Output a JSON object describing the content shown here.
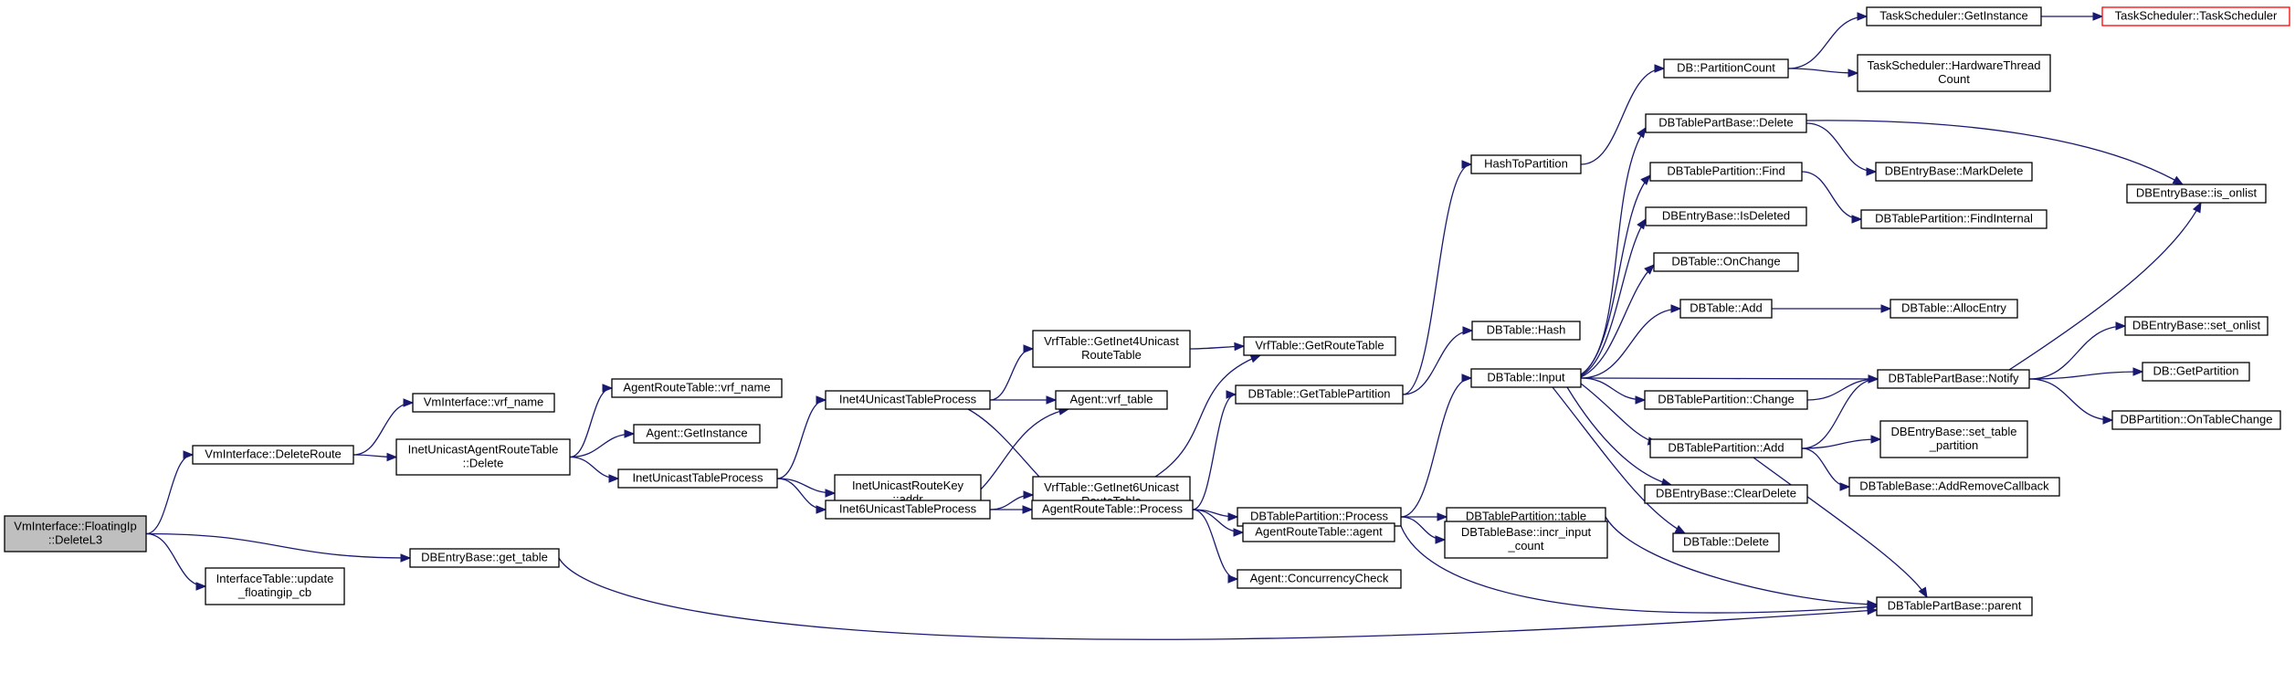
{
  "colors": {
    "edge": "#191970",
    "node_border": "#000000",
    "node_fill": "#ffffff",
    "root_fill": "#bfbfbf",
    "truncated_border": "#ff0000"
  },
  "nodes": [
    {
      "id": "n0",
      "lines": [
        "VmInterface::FloatingIp",
        "::DeleteL3"
      ],
      "kind": "root"
    },
    {
      "id": "n1",
      "lines": [
        "VmInterface::DeleteRoute"
      ]
    },
    {
      "id": "n2",
      "lines": [
        "InterfaceTable::update",
        "_floatingip_cb"
      ]
    },
    {
      "id": "n3",
      "lines": [
        "DBEntryBase::get_table"
      ]
    },
    {
      "id": "n4",
      "lines": [
        "VmInterface::vrf_name"
      ]
    },
    {
      "id": "n5",
      "lines": [
        "InetUnicastAgentRouteTable",
        "::Delete"
      ]
    },
    {
      "id": "n6",
      "lines": [
        "AgentRouteTable::vrf_name"
      ]
    },
    {
      "id": "n7",
      "lines": [
        "Agent::GetInstance"
      ]
    },
    {
      "id": "n8",
      "lines": [
        "InetUnicastTableProcess"
      ]
    },
    {
      "id": "n9",
      "lines": [
        "Inet4UnicastTableProcess"
      ]
    },
    {
      "id": "n10",
      "lines": [
        "InetUnicastRouteKey",
        "::addr"
      ]
    },
    {
      "id": "n11",
      "lines": [
        "Inet6UnicastTableProcess"
      ]
    },
    {
      "id": "n12",
      "lines": [
        "VrfTable::GetInet4Unicast",
        "RouteTable"
      ]
    },
    {
      "id": "n13",
      "lines": [
        "Agent::vrf_table"
      ]
    },
    {
      "id": "n14",
      "lines": [
        "VrfTable::GetInet6Unicast",
        "RouteTable"
      ]
    },
    {
      "id": "n15",
      "lines": [
        "AgentRouteTable::Process"
      ]
    },
    {
      "id": "n16",
      "lines": [
        "VrfTable::GetRouteTable"
      ]
    },
    {
      "id": "n17",
      "lines": [
        "DBTable::GetTablePartition"
      ]
    },
    {
      "id": "n18",
      "lines": [
        "DBTablePartition::Process"
      ]
    },
    {
      "id": "n19",
      "lines": [
        "AgentRouteTable::agent"
      ]
    },
    {
      "id": "n20",
      "lines": [
        "Agent::ConcurrencyCheck"
      ]
    },
    {
      "id": "n21",
      "lines": [
        "HashToPartition"
      ]
    },
    {
      "id": "n22",
      "lines": [
        "DBTable::Hash"
      ]
    },
    {
      "id": "n23",
      "lines": [
        "DBTable::Input"
      ]
    },
    {
      "id": "n24",
      "lines": [
        "DBTablePartition::table"
      ]
    },
    {
      "id": "n25",
      "lines": [
        "DBTableBase::incr_input",
        "_count"
      ]
    },
    {
      "id": "n26",
      "lines": [
        "DB::PartitionCount"
      ]
    },
    {
      "id": "n27",
      "lines": [
        "DBTablePartBase::Delete"
      ]
    },
    {
      "id": "n28",
      "lines": [
        "DBTablePartition::Find"
      ]
    },
    {
      "id": "n29",
      "lines": [
        "DBEntryBase::IsDeleted"
      ]
    },
    {
      "id": "n30",
      "lines": [
        "DBTable::OnChange"
      ]
    },
    {
      "id": "n31",
      "lines": [
        "DBTable::Add"
      ]
    },
    {
      "id": "n32",
      "lines": [
        "DBTablePartition::Change"
      ]
    },
    {
      "id": "n33",
      "lines": [
        "DBTablePartition::Add"
      ]
    },
    {
      "id": "n34",
      "lines": [
        "DBEntryBase::ClearDelete"
      ]
    },
    {
      "id": "n35",
      "lines": [
        "DBTable::Delete"
      ]
    },
    {
      "id": "n36",
      "lines": [
        "TaskScheduler::GetInstance"
      ]
    },
    {
      "id": "n37",
      "lines": [
        "TaskScheduler::HardwareThread",
        "Count"
      ]
    },
    {
      "id": "n38",
      "lines": [
        "DBEntryBase::MarkDelete"
      ]
    },
    {
      "id": "n39",
      "lines": [
        "DBTablePartition::FindInternal"
      ]
    },
    {
      "id": "n40",
      "lines": [
        "DBTable::AllocEntry"
      ]
    },
    {
      "id": "n41",
      "lines": [
        "DBTablePartBase::Notify"
      ]
    },
    {
      "id": "n42",
      "lines": [
        "DBEntryBase::set_table",
        "_partition"
      ]
    },
    {
      "id": "n43",
      "lines": [
        "DBTableBase::AddRemoveCallback"
      ]
    },
    {
      "id": "n44",
      "lines": [
        "DBTablePartBase::parent"
      ]
    },
    {
      "id": "n45",
      "lines": [
        "TaskScheduler::TaskScheduler"
      ],
      "kind": "truncated"
    },
    {
      "id": "n46",
      "lines": [
        "DBEntryBase::is_onlist"
      ]
    },
    {
      "id": "n47",
      "lines": [
        "DBEntryBase::set_onlist"
      ]
    },
    {
      "id": "n48",
      "lines": [
        "DB::GetPartition"
      ]
    },
    {
      "id": "n49",
      "lines": [
        "DBPartition::OnTableChange"
      ]
    }
  ],
  "edges": [
    [
      "n0",
      "n1"
    ],
    [
      "n0",
      "n2"
    ],
    [
      "n0",
      "n3"
    ],
    [
      "n1",
      "n4"
    ],
    [
      "n1",
      "n5"
    ],
    [
      "n5",
      "n6"
    ],
    [
      "n5",
      "n7"
    ],
    [
      "n5",
      "n8"
    ],
    [
      "n8",
      "n9"
    ],
    [
      "n8",
      "n10"
    ],
    [
      "n8",
      "n11"
    ],
    [
      "n9",
      "n12"
    ],
    [
      "n9",
      "n13"
    ],
    [
      "n9",
      "n15"
    ],
    [
      "n11",
      "n13"
    ],
    [
      "n11",
      "n14"
    ],
    [
      "n11",
      "n15"
    ],
    [
      "n12",
      "n16"
    ],
    [
      "n14",
      "n16"
    ],
    [
      "n15",
      "n17"
    ],
    [
      "n15",
      "n18"
    ],
    [
      "n15",
      "n19"
    ],
    [
      "n15",
      "n20"
    ],
    [
      "n17",
      "n21"
    ],
    [
      "n17",
      "n22"
    ],
    [
      "n18",
      "n23"
    ],
    [
      "n18",
      "n24"
    ],
    [
      "n18",
      "n25"
    ],
    [
      "n18",
      "n44"
    ],
    [
      "n21",
      "n26"
    ],
    [
      "n26",
      "n36"
    ],
    [
      "n26",
      "n37"
    ],
    [
      "n36",
      "n45"
    ],
    [
      "n23",
      "n27"
    ],
    [
      "n23",
      "n28"
    ],
    [
      "n23",
      "n29"
    ],
    [
      "n23",
      "n30"
    ],
    [
      "n23",
      "n31"
    ],
    [
      "n23",
      "n32"
    ],
    [
      "n23",
      "n33"
    ],
    [
      "n23",
      "n34"
    ],
    [
      "n23",
      "n35"
    ],
    [
      "n23",
      "n41"
    ],
    [
      "n27",
      "n38"
    ],
    [
      "n27",
      "n46"
    ],
    [
      "n28",
      "n39"
    ],
    [
      "n31",
      "n40"
    ],
    [
      "n32",
      "n41"
    ],
    [
      "n33",
      "n41"
    ],
    [
      "n33",
      "n42"
    ],
    [
      "n33",
      "n43"
    ],
    [
      "n33",
      "n44"
    ],
    [
      "n41",
      "n46"
    ],
    [
      "n41",
      "n47"
    ],
    [
      "n41",
      "n48"
    ],
    [
      "n41",
      "n49"
    ],
    [
      "n24",
      "n44"
    ],
    [
      "n3",
      "n44"
    ]
  ]
}
